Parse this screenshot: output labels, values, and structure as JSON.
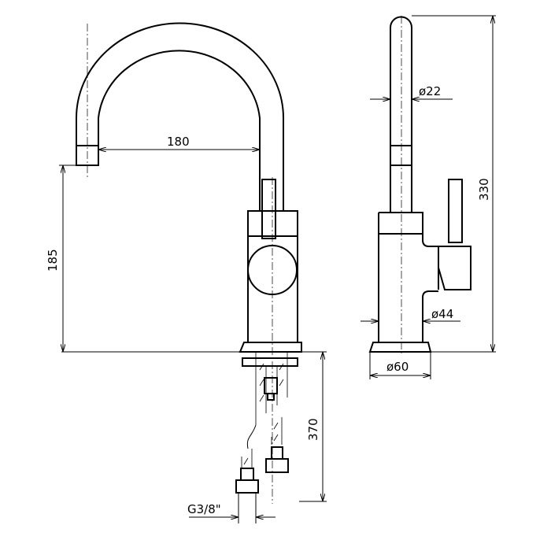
{
  "title": "Faucet technical drawing",
  "dimensions": {
    "spout_reach": "180",
    "spout_height": "185",
    "hose_length": "370",
    "connection": "G3/8\"",
    "spout_diameter": "ø22",
    "total_height": "330",
    "body_diameter": "ø44",
    "base_diameter": "ø60"
  },
  "colors": {
    "line": "#000000",
    "background": "#ffffff"
  }
}
